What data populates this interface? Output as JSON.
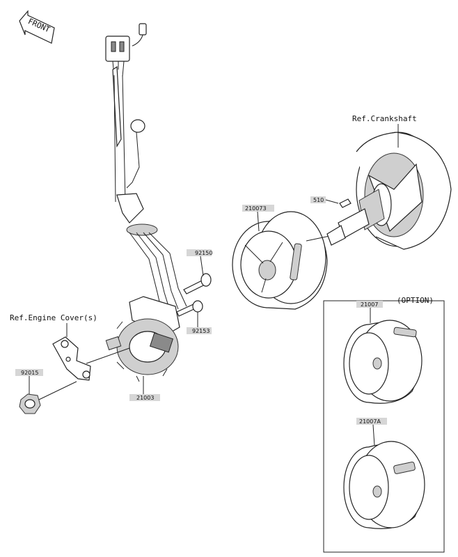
{
  "direction": {
    "label": "FRONT"
  },
  "references": {
    "crankshaft": "Ref.Crankshaft",
    "engine_cover": "Ref.Engine Cover(s)"
  },
  "option": {
    "label": "(OPTION)"
  },
  "parts": {
    "p92150": "92150",
    "p92153": "92153",
    "p92015": "92015",
    "p21003": "21003",
    "p210073": "210073",
    "p510": "510",
    "p21007": "21007",
    "p21007a": "21007A"
  }
}
